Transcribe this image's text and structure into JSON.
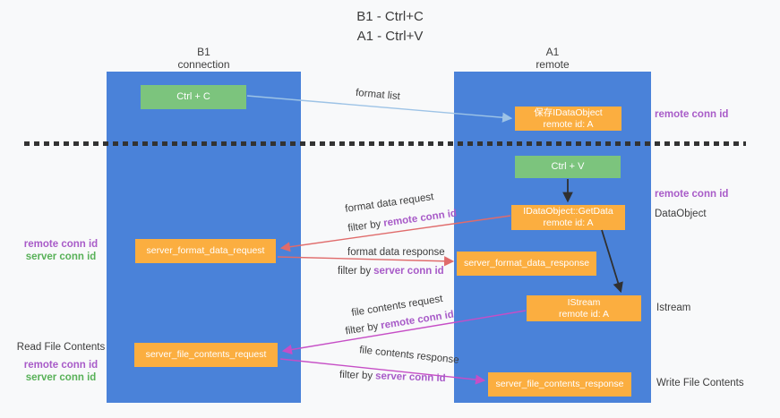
{
  "title": {
    "line1": "B1 - Ctrl+C",
    "line2": "A1 - Ctrl+V"
  },
  "columns": {
    "left": {
      "name": "B1",
      "subtitle": "connection"
    },
    "right": {
      "name": "A1",
      "subtitle": "remote"
    }
  },
  "boxes": {
    "ctrl_c": "Ctrl + C",
    "ctrl_v": "Ctrl + V",
    "save_idataobject": {
      "title": "保存IDataObject",
      "subtitle": "remote id: A"
    },
    "getdata": {
      "title": "IDataObject::GetData",
      "subtitle": "remote id: A"
    },
    "istream": {
      "title": "IStream",
      "subtitle": "remote id: A"
    },
    "server_format_data_request": "server_format_data_request",
    "server_format_data_response": "server_format_data_response",
    "server_file_contents_request": "server_file_contents_request",
    "server_file_contents_response": "server_file_contents_response"
  },
  "flow": {
    "format_list": "format list",
    "format_data_request": "format data request",
    "format_data_response": "format data response",
    "file_contents_request": "file contents request",
    "file_contents_response": "file contents response",
    "filter_by": "filter by",
    "remote_conn_id": "remote conn id",
    "server_conn_id": "server conn id"
  },
  "side": {
    "remote_conn_id": "remote conn id",
    "server_conn_id": "server conn id",
    "read_file_contents": "Read File Contents",
    "write_file_contents": "Write File Contents",
    "dataobject": "DataObject",
    "istream": "Istream"
  },
  "colors": {
    "background": "#f8f9fa",
    "lifeline_blue": "#4a82d9",
    "box_green": "#7cc47d",
    "box_orange": "#fbae40",
    "arrow_light_blue": "#9dc3e6",
    "arrow_red": "#e06b6b",
    "arrow_magenta": "#c64ec6",
    "arrow_black": "#303030",
    "label_purple": "#a85bc8",
    "label_green": "#58b158"
  }
}
